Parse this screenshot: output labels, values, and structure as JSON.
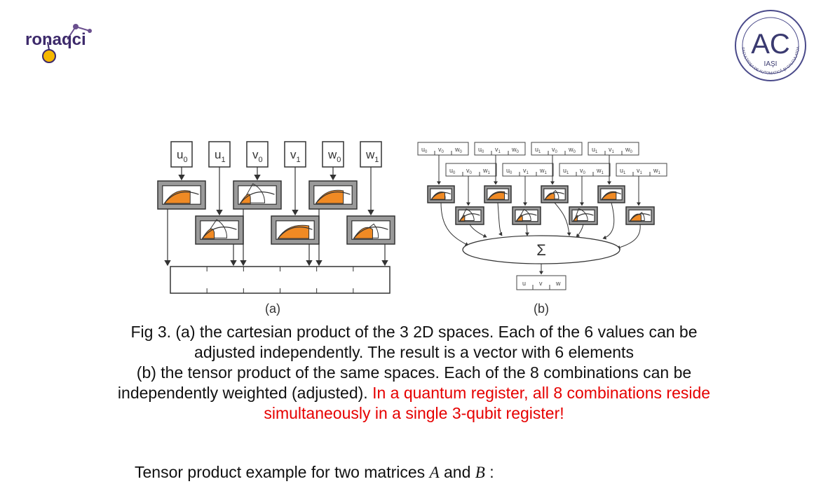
{
  "logos": {
    "left_brand": "ronaqci",
    "right_letters": "AC",
    "right_city": "IAŞI",
    "right_ring": "FACULTATEA DE AUTOMATICĂ ŞI CALCULATOARE"
  },
  "figure": {
    "panel_a": {
      "label": "(a)",
      "inputs": [
        "u",
        "u",
        "v",
        "v",
        "w",
        "w"
      ],
      "subscripts": [
        "0",
        "1",
        "0",
        "1",
        "0",
        "1"
      ]
    },
    "panel_b": {
      "label": "(b)",
      "combos_top": [
        [
          "u0",
          "v0",
          "w0"
        ],
        [
          "u0",
          "v1",
          "w0"
        ],
        [
          "u1",
          "v0",
          "w0"
        ],
        [
          "u1",
          "v1",
          "w0"
        ]
      ],
      "combos_bottom": [
        [
          "u0",
          "v0",
          "w1"
        ],
        [
          "u0",
          "v1",
          "w1"
        ],
        [
          "u1",
          "v0",
          "w1"
        ],
        [
          "u1",
          "v1",
          "w1"
        ]
      ],
      "sum_symbol": "Σ",
      "output": [
        "u",
        "v",
        "w"
      ]
    }
  },
  "caption": {
    "line1": "Fig 3.  (a) the cartesian product of the 3 2D spaces. Each of the 6 values can be",
    "line2": "adjusted independently. The result is a vector with 6 elements",
    "line3": "(b) the tensor product of the same spaces. Each of the 8 combinations can be",
    "line4_black": "independently weighted (adjusted). ",
    "line4_red": "In a quantum register, all 8 combinations reside",
    "line5_red": "simultaneously in a single 3-qubit register!"
  },
  "example": {
    "prefix": "Tensor product example for two matrices ",
    "var_a": "A",
    "and": " and ",
    "var_b": "B",
    "suffix": " :"
  },
  "colors": {
    "accent_orange": "#f08a24",
    "caption_red": "#e60000"
  }
}
